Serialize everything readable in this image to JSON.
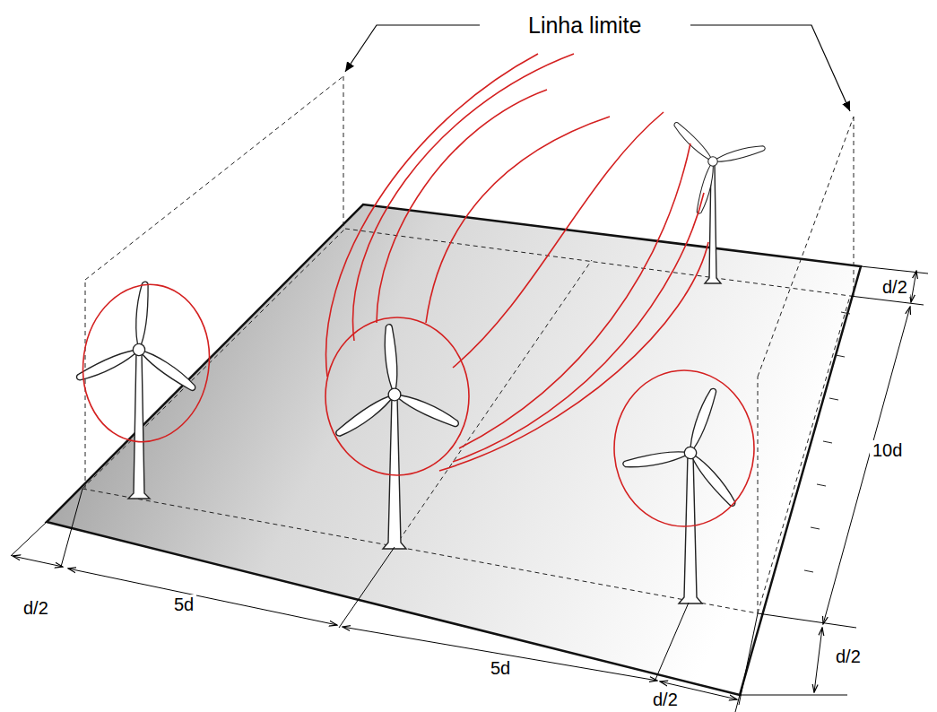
{
  "diagram": {
    "labels": [
      "Linha limite",
      "d/2",
      "10d",
      "d/2",
      "d/2",
      "5d",
      "5d",
      "d/2"
    ]
  }
}
